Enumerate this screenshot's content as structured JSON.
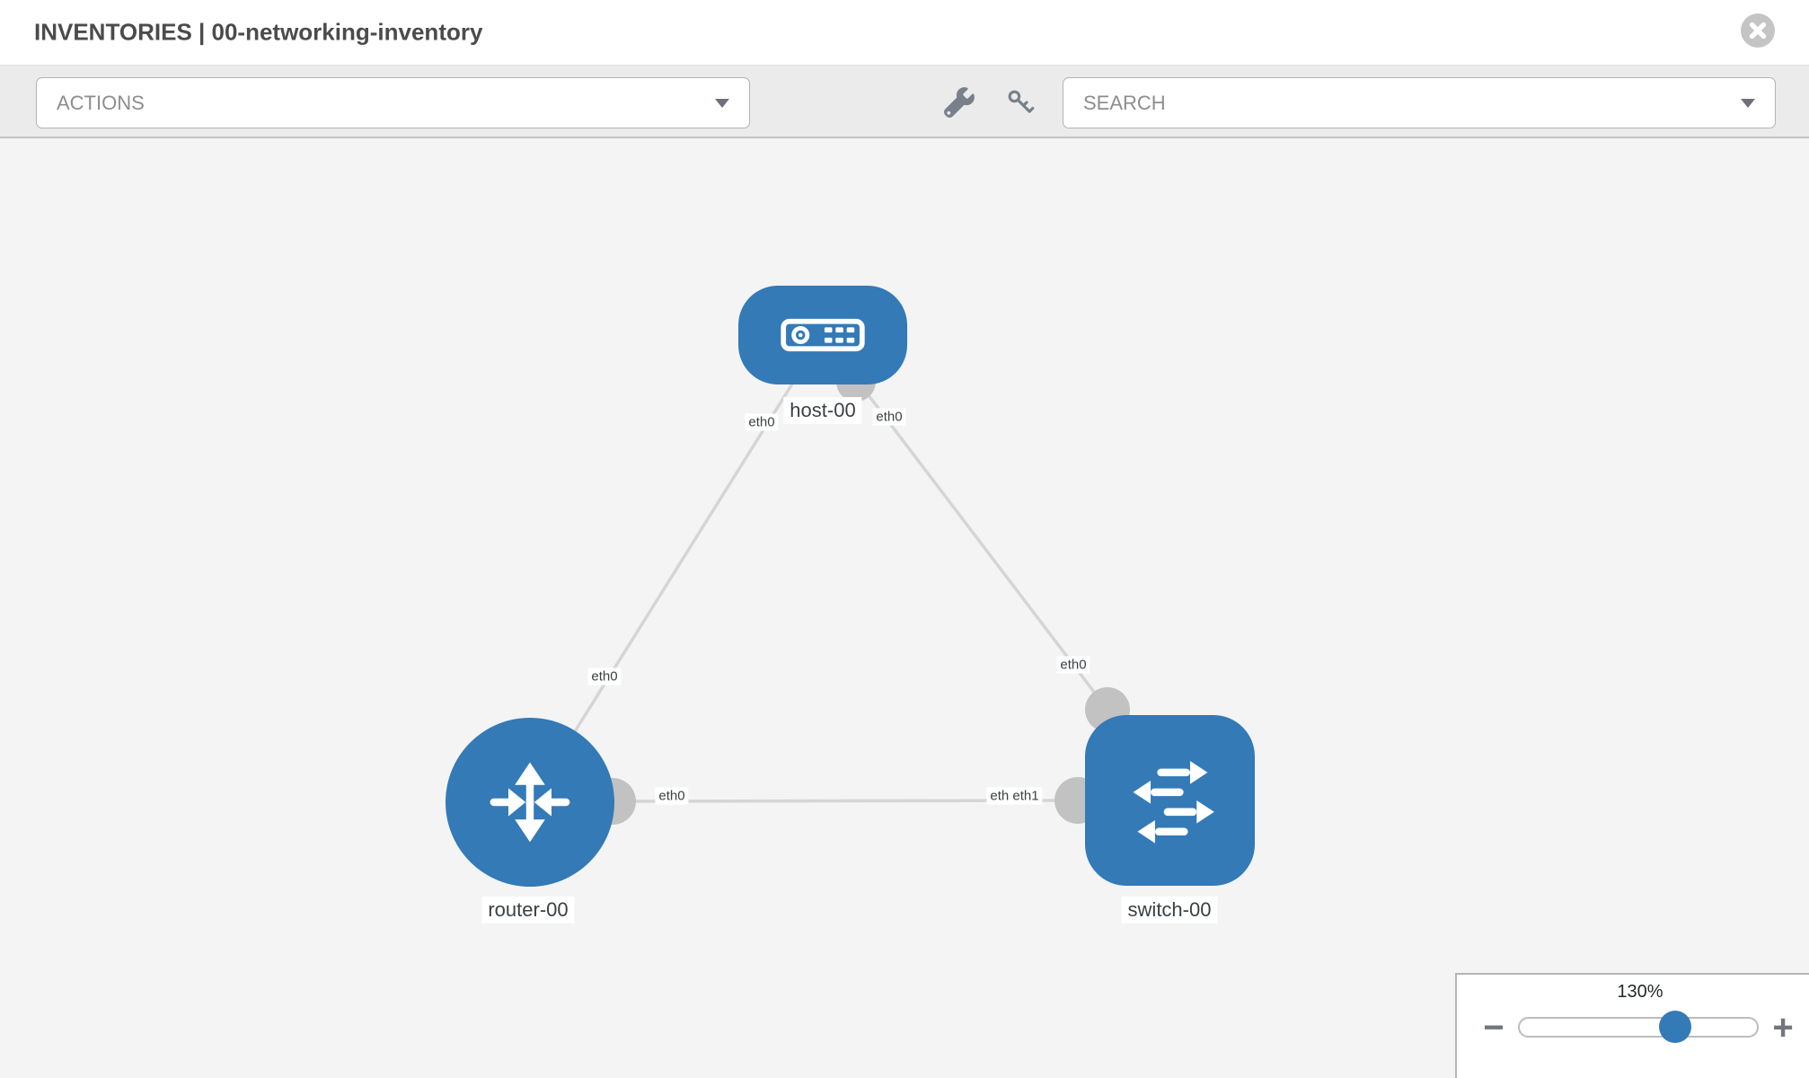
{
  "header": {
    "title": "INVENTORIES | 00-networking-inventory"
  },
  "toolbar": {
    "actions_label": "ACTIONS",
    "search_label": "SEARCH"
  },
  "icons": {
    "wrench": "wrench-icon",
    "key": "key-icon",
    "close": "close-circle-icon",
    "caret": "caret-down-icon"
  },
  "colors": {
    "node_blue": "#337ab7",
    "link_gray": "#d5d5d5",
    "connector_gray": "#c2c2c2",
    "canvas_bg": "#f4f5f5",
    "toolbar_bg": "#ebebeb"
  },
  "diagram": {
    "nodes": [
      {
        "id": "host-00",
        "type": "host",
        "label": "host-00"
      },
      {
        "id": "router-00",
        "type": "router",
        "label": "router-00"
      },
      {
        "id": "switch-00",
        "type": "switch",
        "label": "switch-00"
      }
    ],
    "links": [
      {
        "from": "router-00",
        "to": "host-00",
        "from_interface": "eth0",
        "to_interface": "eth0"
      },
      {
        "from": "host-00",
        "to": "switch-00",
        "from_interface": "eth0",
        "to_interface": "eth0"
      },
      {
        "from": "router-00",
        "to": "switch-00",
        "from_interface": "eth0",
        "to_interface": "eth1"
      }
    ],
    "interface_labels": [
      {
        "text": "eth0"
      },
      {
        "text": "eth0"
      },
      {
        "text": "eth0"
      },
      {
        "text": "eth0"
      },
      {
        "text": "eth0"
      },
      {
        "text": "eth0"
      },
      {
        "text": "eth1"
      }
    ]
  },
  "zoom": {
    "level": "130%",
    "minus_label": "−",
    "plus_label": "+"
  }
}
